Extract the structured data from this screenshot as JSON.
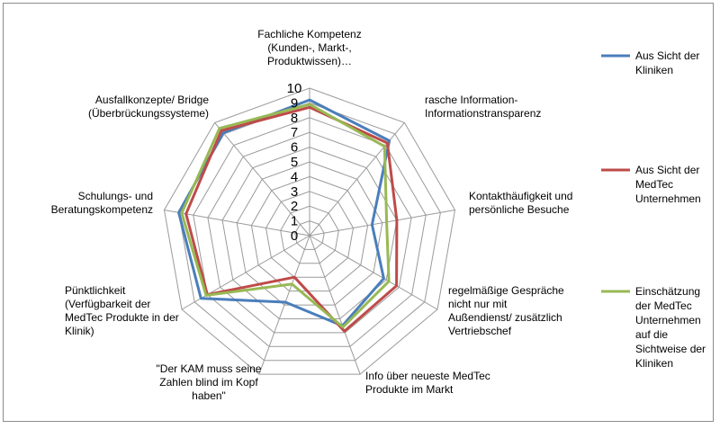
{
  "chart_data": {
    "type": "radar",
    "title": "",
    "categories": [
      [
        "Fachliche Kompetenz",
        "(Kunden-, Markt-,",
        "Produktwissen)…"
      ],
      [
        "rasche Information-",
        "Informationstransparenz"
      ],
      [
        "Kontakthäufigkeit und",
        "persönliche Besuche"
      ],
      [
        "regelmäßige Gespräche",
        "nicht nur mit",
        "Außendienst/ zusätzlich",
        "Vertriebschef"
      ],
      [
        "Info über neueste MedTec",
        "Produkte im Markt"
      ],
      [
        "\"Der KAM muss seine",
        "Zahlen blind im Kopf",
        "haben\""
      ],
      [
        "Pünktlichkeit",
        "(Verfügbarkeit der",
        "MedTec Produkte in der",
        "Klinik)"
      ],
      [
        "Schulungs- und",
        "Beratungskompetenz"
      ],
      [
        "Ausfallkonzepte/ Bridge",
        "(Überbrückungssysteme)"
      ]
    ],
    "rlim": [
      0,
      10
    ],
    "ticks": [
      "0",
      "1",
      "2",
      "3",
      "4",
      "5",
      "6",
      "7",
      "8",
      "9",
      "10"
    ],
    "grid": true,
    "legend_position": "right",
    "series": [
      {
        "name": [
          "Aus Sicht der",
          "Kliniken"
        ],
        "color": "#4a7ebb",
        "values": [
          9.2,
          8.4,
          4.3,
          5.8,
          6.5,
          4.8,
          8.5,
          9.0,
          9.1
        ]
      },
      {
        "name": [
          "Aus Sicht der",
          "MedTec",
          "Unternehmen"
        ],
        "color": "#be4b48",
        "values": [
          8.7,
          8.2,
          6.0,
          6.8,
          6.9,
          3.0,
          8.0,
          8.5,
          9.3
        ]
      },
      {
        "name": [
          "Einschätzung",
          "der MedTec",
          "Unternehmen",
          "auf die",
          "Sichtweise der",
          "Kliniken"
        ],
        "color": "#98b954",
        "values": [
          8.9,
          7.9,
          5.3,
          6.2,
          6.6,
          3.5,
          8.1,
          8.8,
          9.5
        ]
      }
    ]
  }
}
